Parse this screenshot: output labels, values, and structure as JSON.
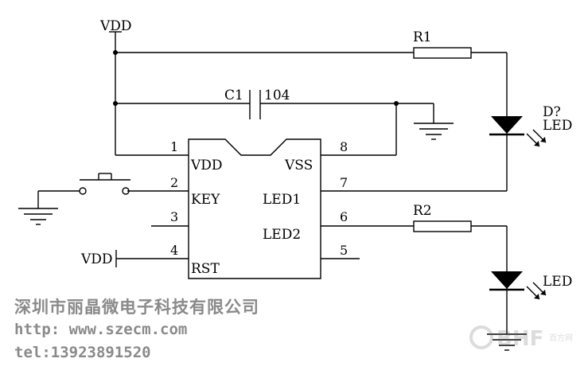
{
  "schematic": {
    "vdd_top": "VDD",
    "vdd_left": "VDD",
    "capacitor": {
      "ref": "C1",
      "value": "104"
    },
    "resistors": [
      {
        "ref": "R1"
      },
      {
        "ref": "R2"
      }
    ],
    "leds": [
      {
        "ref": "D?",
        "label": "LED"
      },
      {
        "label": "LED"
      }
    ],
    "ic": {
      "left_pins": [
        {
          "num": "1",
          "name": "VDD"
        },
        {
          "num": "2",
          "name": "KEY"
        },
        {
          "num": "3",
          "name": ""
        },
        {
          "num": "4",
          "name": "RST"
        }
      ],
      "right_pins": [
        {
          "num": "8",
          "name": "VSS"
        },
        {
          "num": "7",
          "name": "LED1"
        },
        {
          "num": "6",
          "name": "LED2"
        },
        {
          "num": "5",
          "name": ""
        }
      ]
    }
  },
  "footer": {
    "company": "深圳市丽晶微电子科技有限公司",
    "url": "http: www.szecm.com",
    "tel": "tel:13923891520"
  },
  "watermark": {
    "text": "BHF",
    "tag": "百方网"
  }
}
